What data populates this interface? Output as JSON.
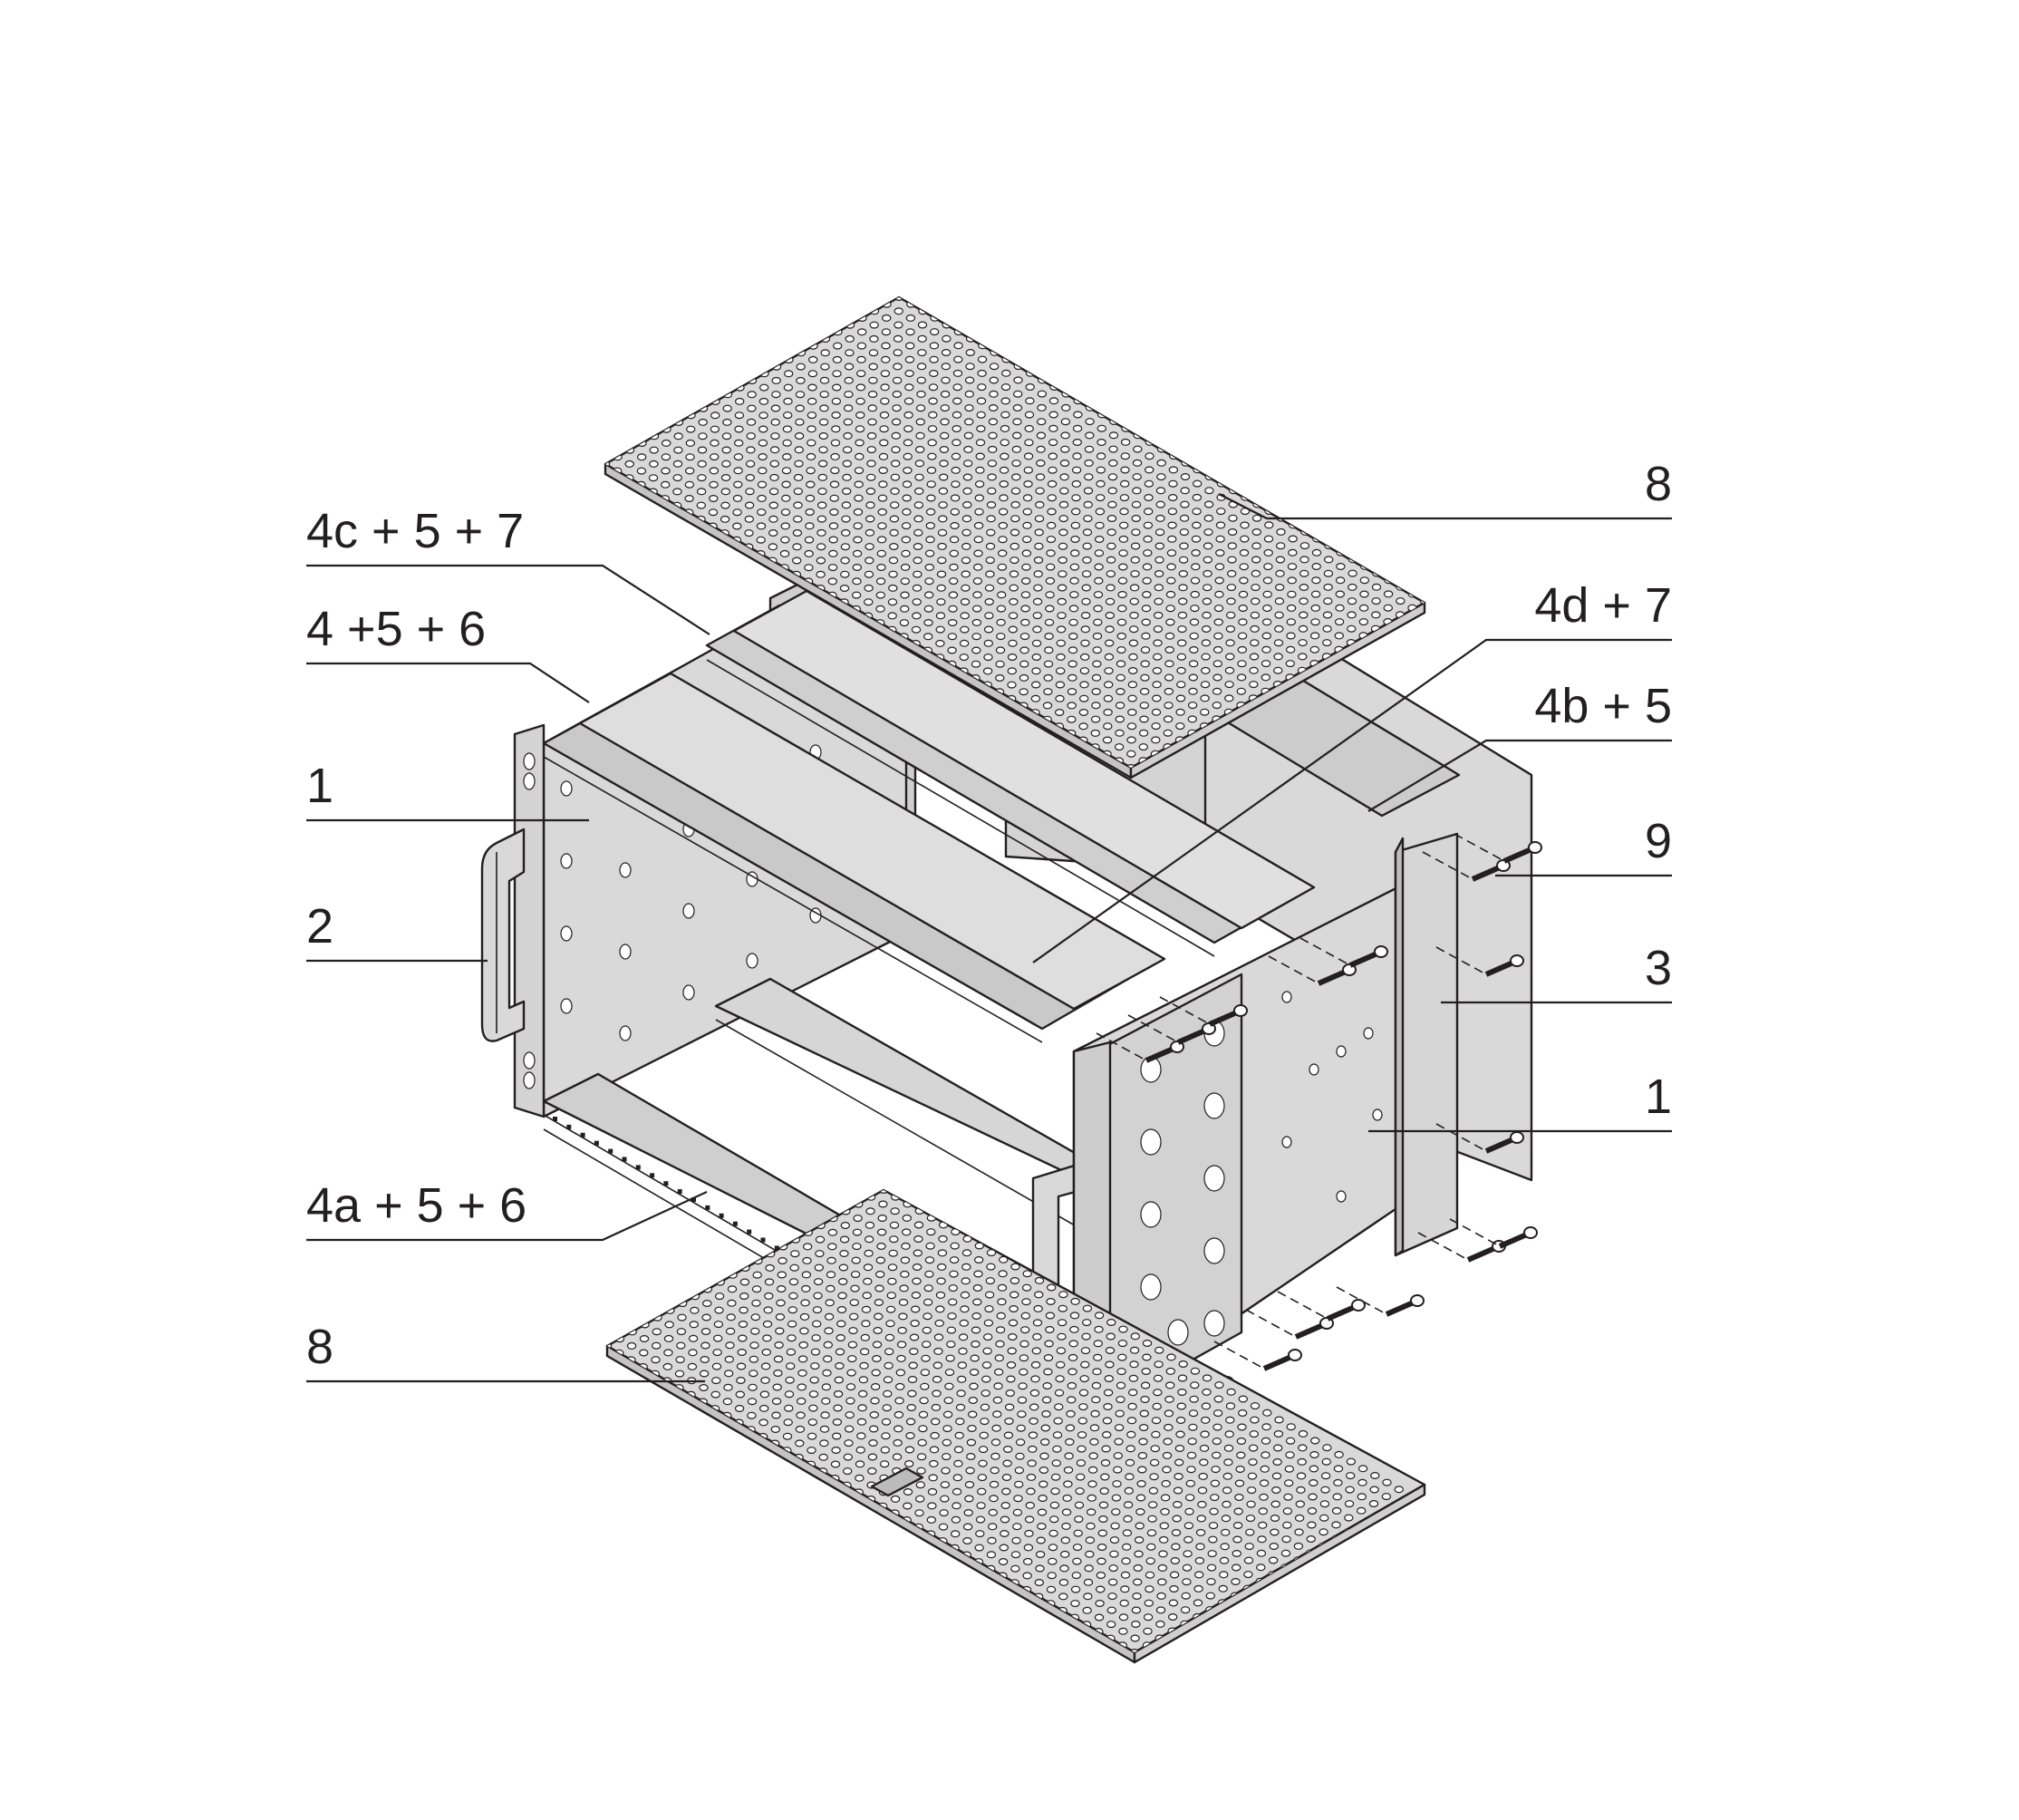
{
  "callouts": [
    {
      "id": "top-cover",
      "text": "8"
    },
    {
      "id": "rear-rail-top-left",
      "text": "4c + 5 + 7"
    },
    {
      "id": "front-rail-top-left",
      "text": "4 +5 + 6"
    },
    {
      "id": "side-panel-left",
      "text": "1"
    },
    {
      "id": "handle",
      "text": "2"
    },
    {
      "id": "front-rail-bottom",
      "text": "4a + 5 + 6"
    },
    {
      "id": "bottom-cover",
      "text": "8"
    },
    {
      "id": "rear-rail-right",
      "text": "4d + 7"
    },
    {
      "id": "rear-rail-top-right",
      "text": "4b + 5"
    },
    {
      "id": "rear-panel",
      "text": "9"
    },
    {
      "id": "rear-flange",
      "text": "3"
    },
    {
      "id": "side-panel-right",
      "text": "1"
    }
  ],
  "colors": {
    "panel_fill": "#d9d9d9",
    "panel_shade": "#c4c4c4",
    "line": "#231f20",
    "background": "#ffffff"
  }
}
